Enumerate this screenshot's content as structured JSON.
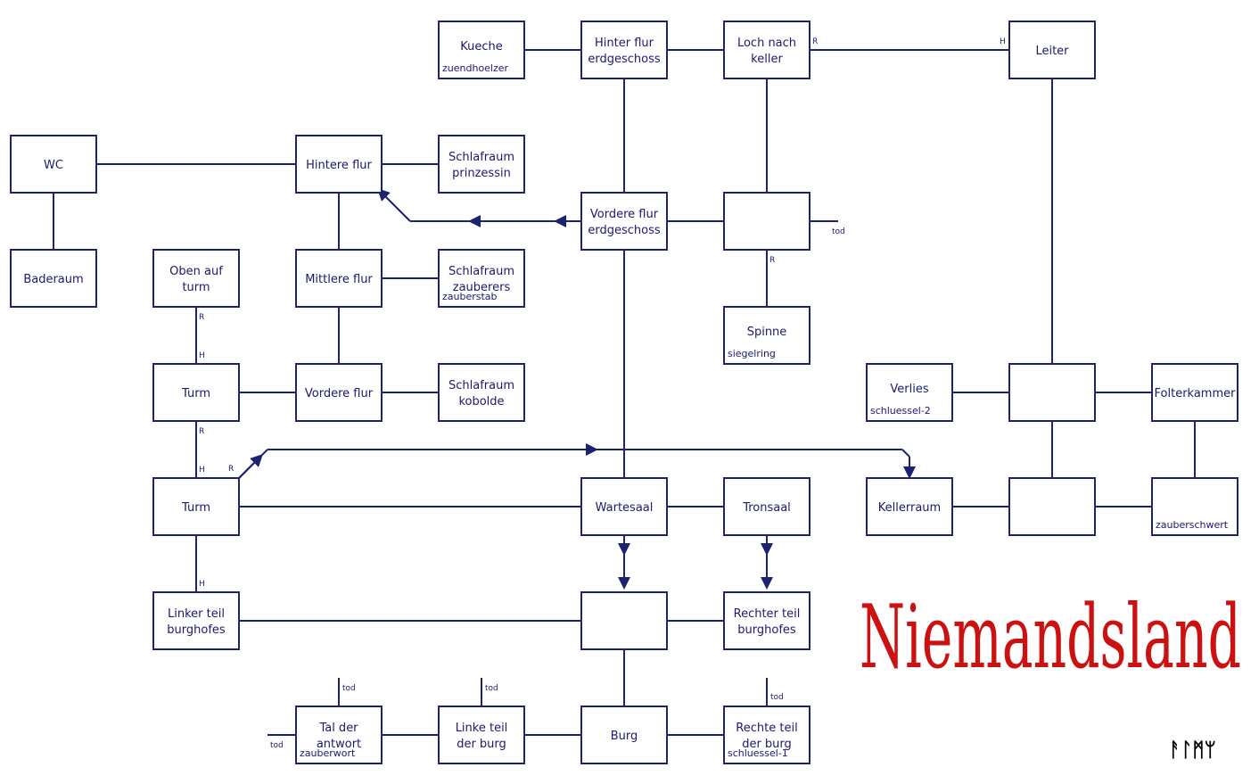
{
  "title": "Niemandsland",
  "signature": "ᚨᛚᛗᛘ",
  "colors": {
    "line": "#1c2170",
    "text": "#1a1a6e",
    "title": "#cc1111"
  },
  "rooms": [
    {
      "id": "kueche",
      "lines": [
        "Kueche"
      ],
      "item": "zuendhoelzer"
    },
    {
      "id": "hinter-flur-eg",
      "lines": [
        "Hinter flur",
        "erdgeschoss"
      ],
      "item": ""
    },
    {
      "id": "loch-keller",
      "lines": [
        "Loch nach",
        "keller"
      ],
      "item": ""
    },
    {
      "id": "leiter",
      "lines": [
        "Leiter"
      ],
      "item": ""
    },
    {
      "id": "wc",
      "lines": [
        "WC"
      ],
      "item": ""
    },
    {
      "id": "hintere-flur",
      "lines": [
        "Hintere flur"
      ],
      "item": ""
    },
    {
      "id": "schlafraum-prinzessin",
      "lines": [
        "Schlafraum",
        "prinzessin"
      ],
      "item": ""
    },
    {
      "id": "vordere-flur-eg",
      "lines": [
        "Vordere flur",
        "erdgeschoss"
      ],
      "item": ""
    },
    {
      "id": "blank-mid",
      "lines": [],
      "item": ""
    },
    {
      "id": "baderaum",
      "lines": [
        "Baderaum"
      ],
      "item": ""
    },
    {
      "id": "oben-turm",
      "lines": [
        "Oben auf",
        "turm"
      ],
      "item": ""
    },
    {
      "id": "mittlere-flur",
      "lines": [
        "Mittlere flur"
      ],
      "item": ""
    },
    {
      "id": "schlafraum-zauberers",
      "lines": [
        "Schlafraum",
        "zauberers"
      ],
      "item": "zauberstab"
    },
    {
      "id": "spinne",
      "lines": [
        "Spinne"
      ],
      "item": "siegelring"
    },
    {
      "id": "turm-upper",
      "lines": [
        "Turm"
      ],
      "item": ""
    },
    {
      "id": "vordere-flur",
      "lines": [
        "Vordere flur"
      ],
      "item": ""
    },
    {
      "id": "schlafraum-kobolde",
      "lines": [
        "Schlafraum",
        "kobolde"
      ],
      "item": ""
    },
    {
      "id": "verlies",
      "lines": [
        "Verlies"
      ],
      "item": "schluessel-2"
    },
    {
      "id": "blank-cellar-1",
      "lines": [],
      "item": ""
    },
    {
      "id": "folterkammer",
      "lines": [
        "Folterkammer"
      ],
      "item": ""
    },
    {
      "id": "turm-lower",
      "lines": [
        "Turm"
      ],
      "item": ""
    },
    {
      "id": "wartesaal",
      "lines": [
        "Wartesaal"
      ],
      "item": ""
    },
    {
      "id": "tronsaal",
      "lines": [
        "Tronsaal"
      ],
      "item": ""
    },
    {
      "id": "kellerraum",
      "lines": [
        "Kellerraum"
      ],
      "item": ""
    },
    {
      "id": "blank-cellar-2",
      "lines": [],
      "item": ""
    },
    {
      "id": "zauberschwert-room",
      "lines": [],
      "item": "zauberschwert"
    },
    {
      "id": "linker-burghof",
      "lines": [
        "Linker teil",
        "burghofes"
      ],
      "item": ""
    },
    {
      "id": "blank-hof",
      "lines": [],
      "item": ""
    },
    {
      "id": "rechter-burghof",
      "lines": [
        "Rechter teil",
        "burghofes"
      ],
      "item": ""
    },
    {
      "id": "tal-antwort",
      "lines": [
        "Tal der",
        "antwort"
      ],
      "item": "zauberwort"
    },
    {
      "id": "linke-burg",
      "lines": [
        "Linke teil",
        "der burg"
      ],
      "item": ""
    },
    {
      "id": "burg",
      "lines": [
        "Burg"
      ],
      "item": ""
    },
    {
      "id": "rechte-burg",
      "lines": [
        "Rechte teil",
        "der burg"
      ],
      "item": "schluessel-1"
    }
  ],
  "marks": [
    {
      "id": "r-loch",
      "text": "R"
    },
    {
      "id": "h-leiter",
      "text": "H"
    },
    {
      "id": "tod-blank",
      "text": "tod"
    },
    {
      "id": "r-blank",
      "text": "R"
    },
    {
      "id": "r-oben",
      "text": "R"
    },
    {
      "id": "h-turm-upper",
      "text": "H"
    },
    {
      "id": "r-turm-upper",
      "text": "R"
    },
    {
      "id": "h-turm-lower",
      "text": "H"
    },
    {
      "id": "r-turm-lower",
      "text": "R"
    },
    {
      "id": "h-linker",
      "text": "H"
    },
    {
      "id": "tod-tal-top",
      "text": "tod"
    },
    {
      "id": "tod-tal-left",
      "text": "tod"
    },
    {
      "id": "tod-linke",
      "text": "tod"
    },
    {
      "id": "tod-rechte",
      "text": "tod"
    }
  ]
}
